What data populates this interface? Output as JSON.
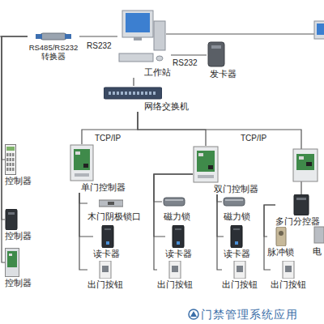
{
  "diagram": {
    "caption": "门禁管理系统应用",
    "nodes": [
      {
        "text": [
          "RS485/RS232 转换器"
        ]
      },
      {
        "text": [
          "工作站"
        ]
      },
      {
        "text": [
          "发卡器"
        ]
      },
      {
        "text": [
          "网络交换机"
        ]
      },
      {
        "text": [
          "控制器"
        ]
      },
      {
        "text": [
          "单门控制器"
        ]
      },
      {
        "text": [
          "双门控制器"
        ]
      },
      {
        "text": [
          "多门分控器"
        ]
      },
      {
        "text": [
          "木门阴极锁口"
        ]
      },
      {
        "text": [
          "磁力锁"
        ]
      },
      {
        "text": [
          "磁力锁"
        ]
      },
      {
        "text": [
          "控制器"
        ]
      },
      {
        "text": [
          "读卡器"
        ]
      },
      {
        "text": [
          "读卡器"
        ]
      },
      {
        "text": [
          "读卡器"
        ]
      },
      {
        "text": [
          "脉冲锁"
        ]
      },
      {
        "text": [
          "控制器"
        ]
      },
      {
        "text": [
          "出门按钮"
        ]
      },
      {
        "text": [
          "出门按钮"
        ]
      },
      {
        "text": [
          "出门按钮"
        ]
      },
      {
        "text": [
          "出门按钮"
        ]
      }
    ],
    "edges": [
      {
        "from": 0,
        "to": 1,
        "arrow": "none",
        "label": "RS232"
      },
      {
        "from": 1,
        "to": 2,
        "arrow": "none",
        "label": "RS232"
      },
      {
        "from": 1,
        "to": 3,
        "arrow": "none"
      },
      {
        "from": 3,
        "to": 5,
        "arrow": "none",
        "label": "TCP/IP"
      },
      {
        "from": 3,
        "to": 6,
        "arrow": "none",
        "label": "TCP/IP"
      },
      {
        "from": 3,
        "to": 7,
        "arrow": "none"
      },
      {
        "from": 0,
        "to": 4,
        "arrow": "none"
      },
      {
        "from": 0,
        "to": 11,
        "arrow": "none"
      },
      {
        "from": 0,
        "to": 16,
        "arrow": "none"
      },
      {
        "from": 5,
        "to": 8,
        "arrow": "none"
      },
      {
        "from": 5,
        "to": 12,
        "arrow": "none"
      },
      {
        "from": 5,
        "to": 17,
        "arrow": "none"
      },
      {
        "from": 6,
        "to": 9,
        "arrow": "none"
      },
      {
        "from": 6,
        "to": 13,
        "arrow": "none"
      },
      {
        "from": 6,
        "to": 18,
        "arrow": "none"
      },
      {
        "from": 6,
        "to": 10,
        "arrow": "none"
      },
      {
        "from": 6,
        "to": 14,
        "arrow": "none"
      },
      {
        "from": 6,
        "to": 19,
        "arrow": "none"
      },
      {
        "from": 7,
        "to": 15,
        "arrow": "none"
      },
      {
        "from": 7,
        "to": 20,
        "arrow": "none"
      }
    ],
    "labels": [
      "电"
    ]
  }
}
